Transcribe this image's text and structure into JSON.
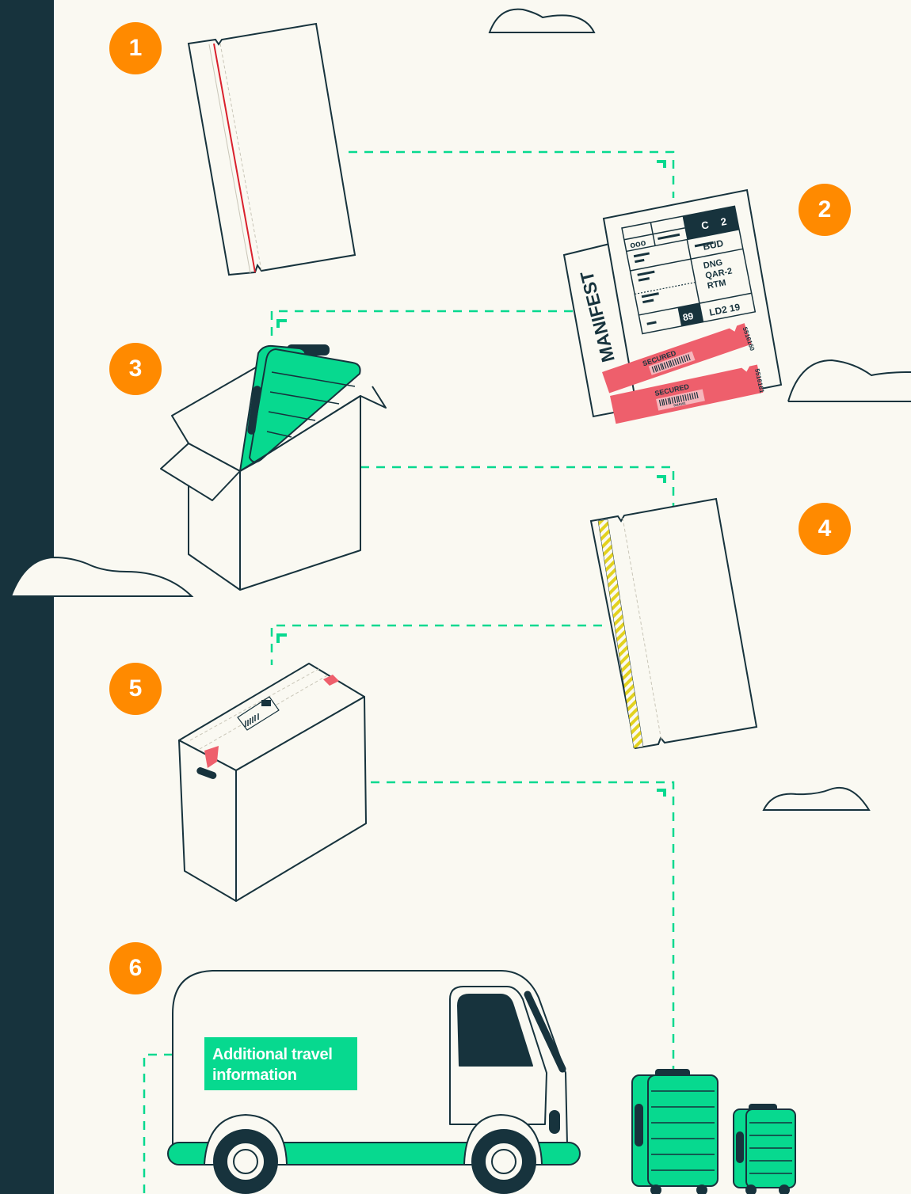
{
  "steps": [
    {
      "number": "1"
    },
    {
      "number": "2"
    },
    {
      "number": "3"
    },
    {
      "number": "4"
    },
    {
      "number": "5"
    },
    {
      "number": "6"
    }
  ],
  "manifest": {
    "title": "MANIFEST",
    "class_code": "C",
    "class_number": "2",
    "route_origin": "BUD",
    "route_codes": [
      "DNG",
      "QAR-2",
      "RTM"
    ],
    "seat_number": "89",
    "container_code": "LD2 19",
    "symbol": "ooo"
  },
  "security_tags": [
    {
      "label": "SECURED",
      "number": "5516160"
    },
    {
      "label": "SECURED",
      "number": "5516161",
      "small_number": "5516161"
    }
  ],
  "van": {
    "panel_text_line1": "Additional travel",
    "panel_text_line2": "information"
  },
  "colors": {
    "background": "#faf9f2",
    "sidebar": "#17333d",
    "badge": "#ff8a00",
    "accent_green": "#07d98f",
    "tag_red": "#ee5f6c",
    "tape_yellow": "#e3d21f",
    "outline": "#17333d"
  }
}
